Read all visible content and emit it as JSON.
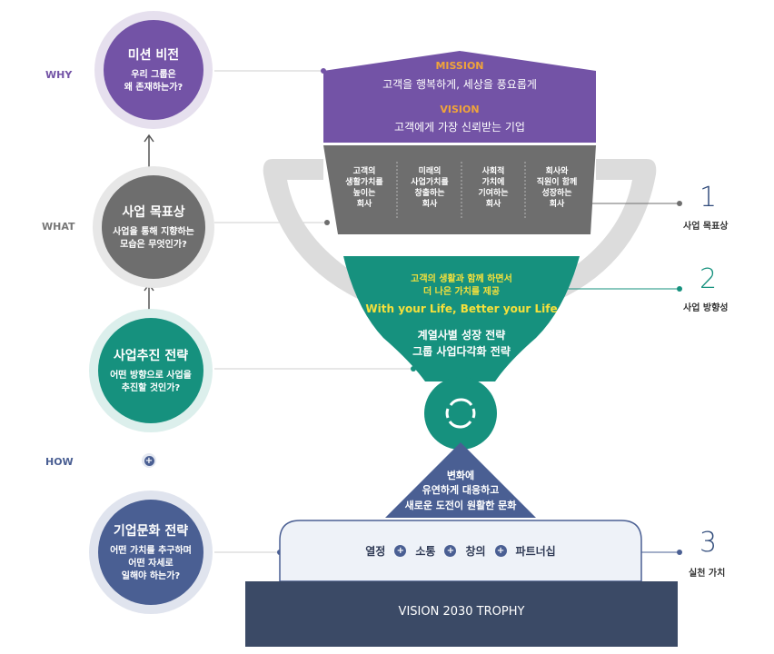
{
  "left": {
    "why_label": "WHY",
    "what_label": "WHAT",
    "how_label": "HOW",
    "mission_circle": {
      "title": "미션 비전",
      "sub": "우리 그룹은\n왜 존재하는가?"
    },
    "goal_circle": {
      "title": "사업 목표상",
      "sub": "사업을 통해 지향하는\n모습은 무엇인가?"
    },
    "strategy_circle": {
      "title": "사업추진 전략",
      "sub": "어떤 방향으로 사업을\n추진할 것인가?"
    },
    "culture_circle": {
      "title": "기업문화 전략",
      "sub": "어떤 가치를 추구하며\n어떤 자세로\n일해야 하는가?"
    },
    "plus": "+"
  },
  "house": {
    "mission_label": "MISSION",
    "mission_text": "고객을 행복하게, 세상을 풍요롭게",
    "vision_label": "VISION",
    "vision_text": "고객에게 가장 신뢰받는 기업"
  },
  "goals": [
    "고객의\n생활가치를\n높이는\n회사",
    "미래의\n사업가치를\n창출하는\n회사",
    "사회적\n가치에\n기여하는\n회사",
    "회사와\n직원이 함께\n성장하는\n회사"
  ],
  "direction": {
    "line1": "고객의 생활과 함께 하면서",
    "line2": "더 나은 가치를 제공",
    "slogan": "With your Life, Better your Life",
    "strategy1": "계열사별 성장 전략",
    "strategy2": "그룹 사업다각화 전략"
  },
  "culture_triangle": {
    "line1": "변화에",
    "line2": "유연하게 대응하고",
    "line3": "새로운 도전이 원활한 문화"
  },
  "values": [
    "열정",
    "소통",
    "창의",
    "파트너십"
  ],
  "base_label": "VISION 2030 TROPHY",
  "right": {
    "n1": "1",
    "l1": "사업 목표상",
    "n2": "2",
    "l2": "사업 방향성",
    "n3": "3",
    "l3": "실천 가치"
  },
  "colors": {
    "purple": "#7353a6",
    "gray": "#6e6e6e",
    "teal": "#16917e",
    "navy": "#4a5f93",
    "base": "#3b4a66",
    "orange": "#f0a43a",
    "yellow": "#f5e03b"
  }
}
